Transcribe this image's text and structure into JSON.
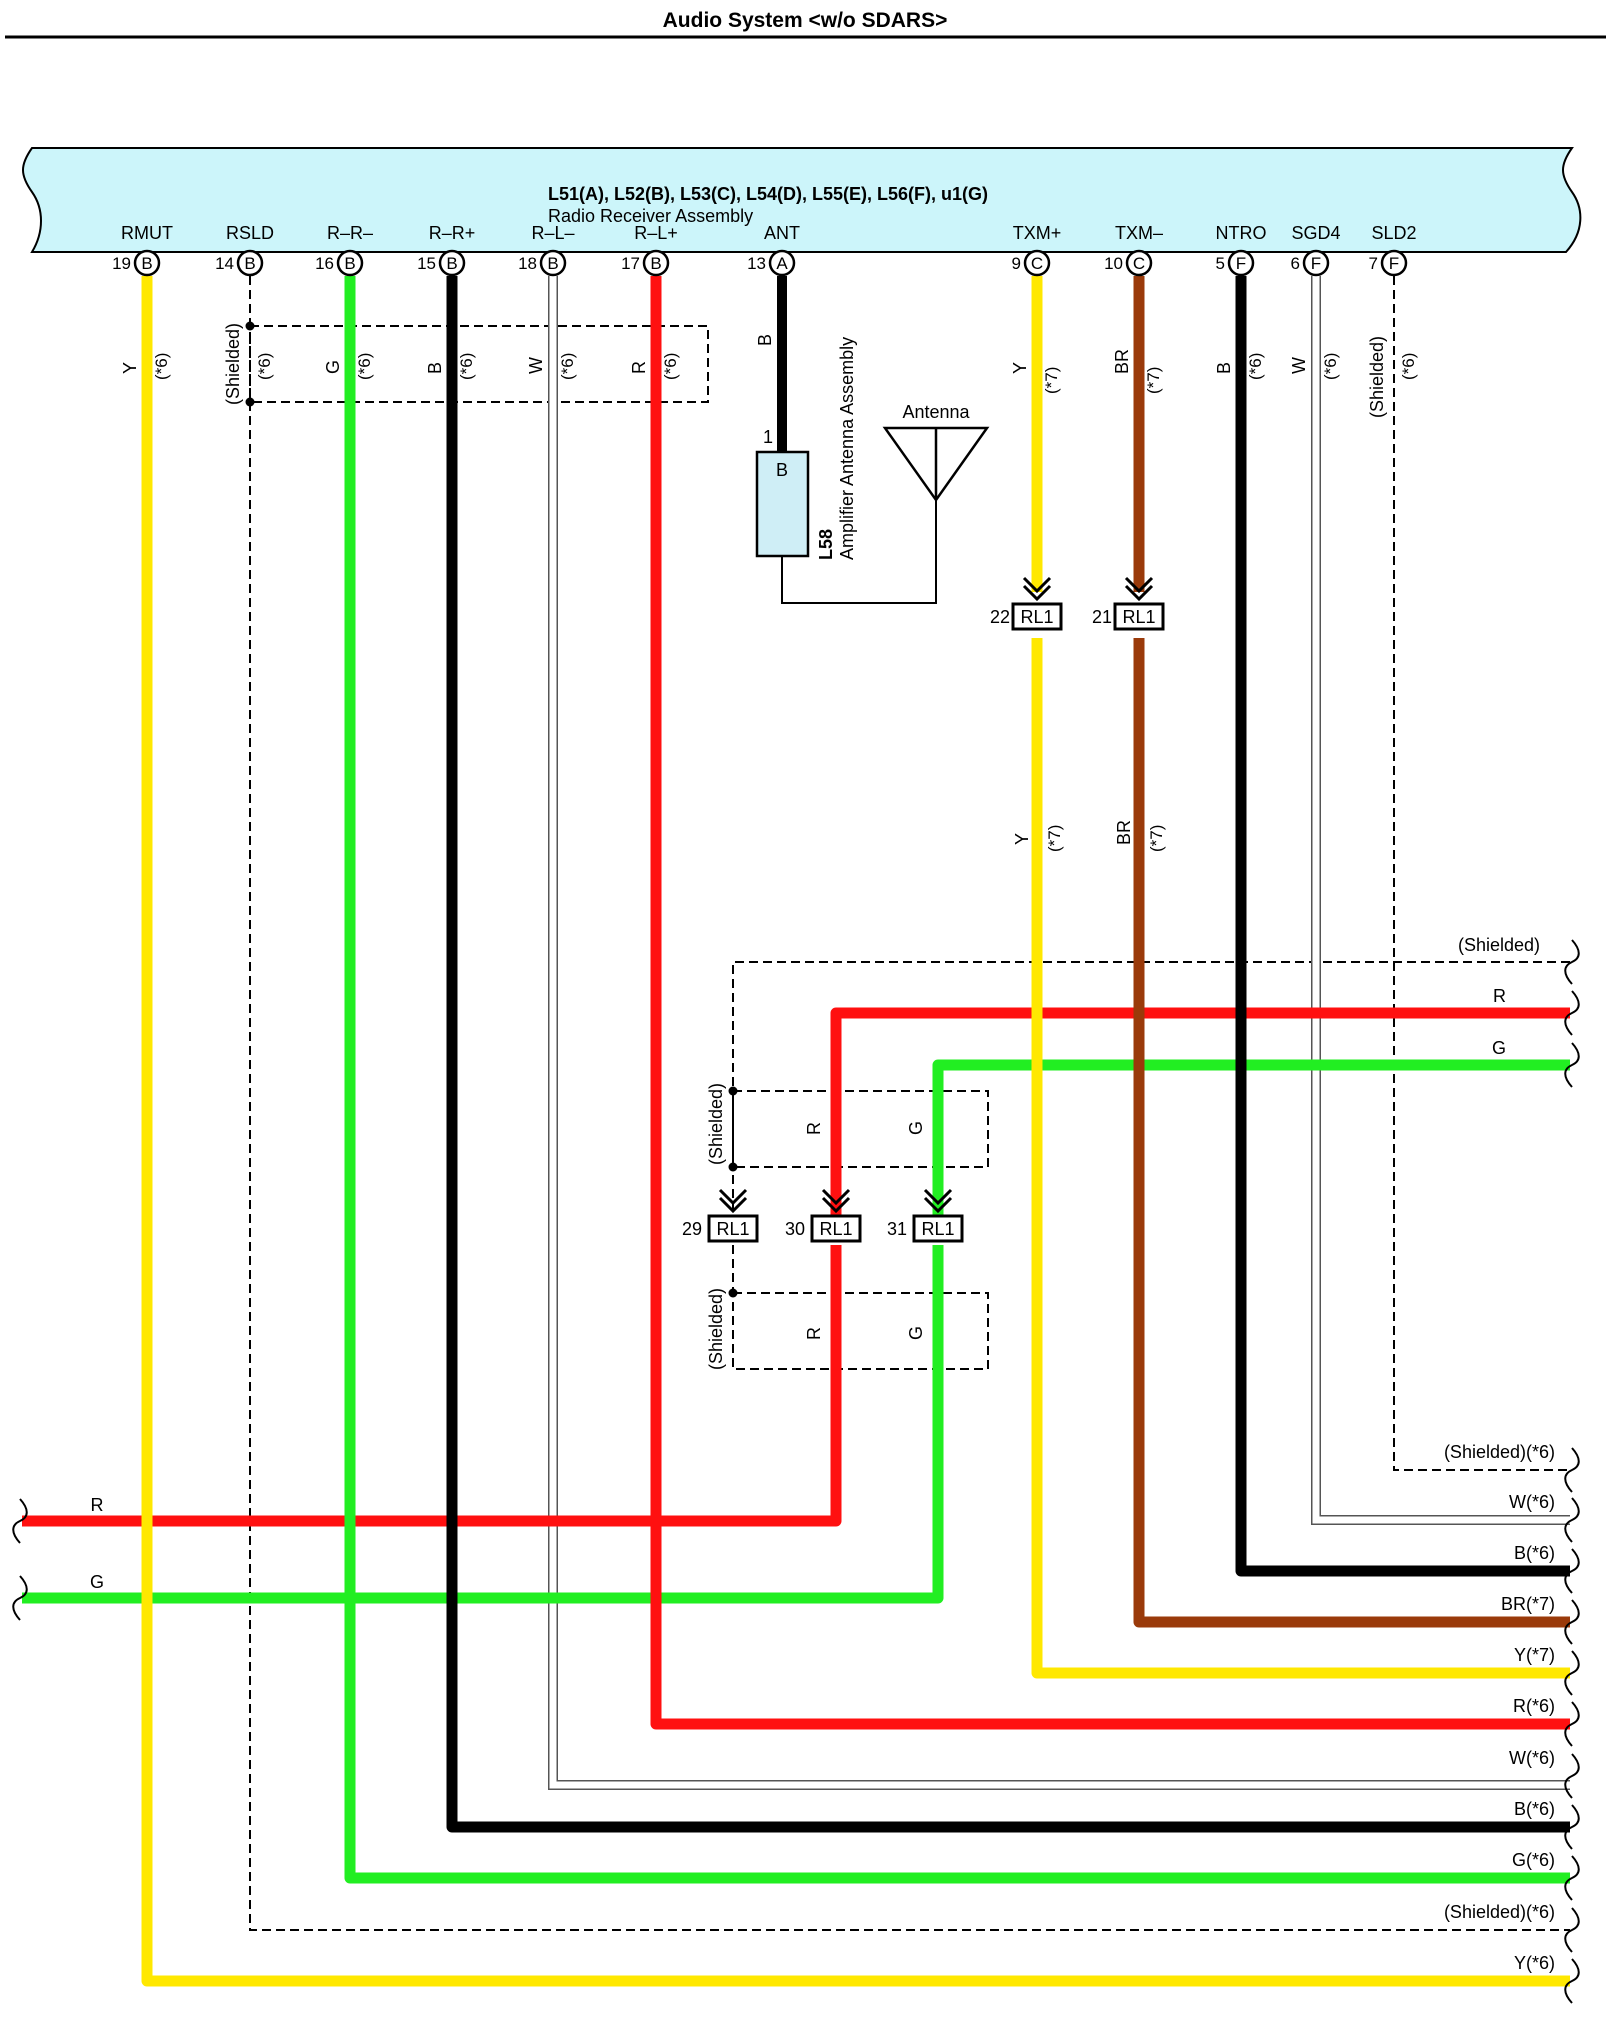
{
  "title": "Audio System <w/o SDARS>",
  "receiver": {
    "connectors": "L51(A), L52(B), L53(C), L54(D), L55(E), L56(F), u1(G)",
    "name": "Radio Receiver Assembly"
  },
  "pins": [
    {
      "name": "RMUT",
      "num": "19",
      "conn": "B",
      "wire": "Y",
      "note": "(*6)"
    },
    {
      "name": "RSLD",
      "num": "14",
      "conn": "B",
      "wire": "",
      "note": "(*6)",
      "shielded": "(Shielded)"
    },
    {
      "name": "R–R–",
      "num": "16",
      "conn": "B",
      "wire": "G",
      "note": "(*6)"
    },
    {
      "name": "R–R+",
      "num": "15",
      "conn": "B",
      "wire": "B",
      "note": "(*6)"
    },
    {
      "name": "R–L–",
      "num": "18",
      "conn": "B",
      "wire": "W",
      "note": "(*6)"
    },
    {
      "name": "R–L+",
      "num": "17",
      "conn": "B",
      "wire": "R",
      "note": "(*6)"
    },
    {
      "name": "ANT",
      "num": "13",
      "conn": "A",
      "wire": "B",
      "note": ""
    },
    {
      "name": "TXM+",
      "num": "9",
      "conn": "C",
      "wire": "Y",
      "note": "(*7)"
    },
    {
      "name": "TXM–",
      "num": "10",
      "conn": "C",
      "wire": "BR",
      "note": "(*7)"
    },
    {
      "name": "NTRO",
      "num": "5",
      "conn": "F",
      "wire": "B",
      "note": "(*6)"
    },
    {
      "name": "SGD4",
      "num": "6",
      "conn": "F",
      "wire": "W",
      "note": "(*6)"
    },
    {
      "name": "SLD2",
      "num": "7",
      "conn": "F",
      "wire": "",
      "note": "(*6)",
      "shielded": "(Shielded)"
    }
  ],
  "amplifier_antenna": {
    "pin": "1",
    "conn": "B",
    "code": "L58",
    "name": "Amplifier Antenna Assembly"
  },
  "antenna": {
    "label": "Antenna"
  },
  "rl1_upper": [
    {
      "num": "22",
      "label": "RL1",
      "wire": "Y",
      "note": "(*7)"
    },
    {
      "num": "21",
      "label": "RL1",
      "wire": "BR",
      "note": "(*7)"
    }
  ],
  "rl1_lower": [
    {
      "num": "29",
      "label": "RL1"
    },
    {
      "num": "30",
      "label": "RL1"
    },
    {
      "num": "31",
      "label": "RL1"
    }
  ],
  "shield_labels": {
    "shielded": "(Shielded)",
    "r": "R",
    "g": "G"
  },
  "right_inputs": {
    "shielded": "(Shielded)",
    "r": "R",
    "g": "G"
  },
  "left_wires": {
    "r": "R",
    "g": "G"
  },
  "right_outputs": [
    "(Shielded)(*6)",
    "W(*6)",
    "B(*6)",
    "BR(*7)",
    "Y(*7)",
    "R(*6)",
    "W(*6)",
    "B(*6)",
    "G(*6)",
    "(Shielded)(*6)",
    "Y(*6)"
  ],
  "colors": {
    "yellow": "#ffe800",
    "green": "#22ee22",
    "black": "#000000",
    "red": "#ff1010",
    "brown": "#9a3a0a",
    "white": "#ffffff",
    "bar": "#ccf5fa",
    "amp": "#cfeef6"
  }
}
